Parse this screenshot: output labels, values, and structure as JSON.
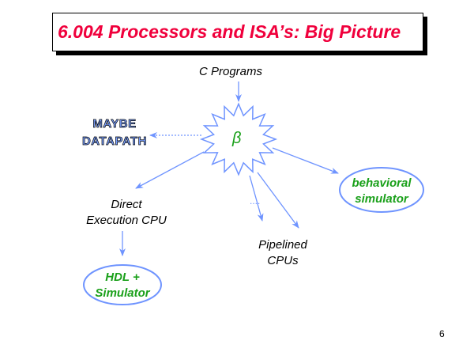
{
  "title": "6.004 Processors and ISA’s: Big Picture",
  "center_symbol": "β",
  "nodes": {
    "c_programs": "C Programs",
    "maybe": "MAYBE",
    "datapath": "DATAPATH",
    "direct_1": "Direct",
    "direct_2": "Execution CPU",
    "pipelined_1": "Pipelined",
    "pipelined_2": "CPUs",
    "behavioral_1": "behavioral",
    "behavioral_2": "simulator",
    "hdl_1": "HDL +",
    "hdl_2": "Simulator",
    "ellipsis": "...."
  },
  "page_number": "6",
  "colors": {
    "title": "#f0003c",
    "arrow": "#6f94ff",
    "green": "#1aa01a"
  }
}
